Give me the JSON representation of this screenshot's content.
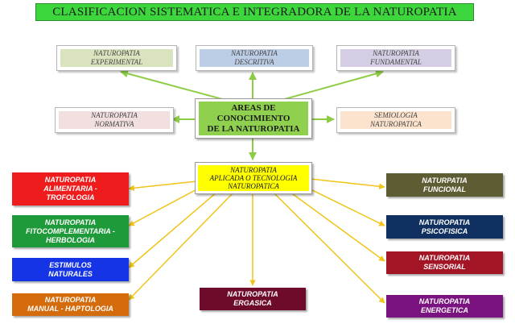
{
  "title": "CLASIFICACION SISTEMATICA E INTEGRADORA DE LA NATUROPATIA",
  "center": [
    "AREAS DE",
    "CONOCIMIENTO",
    "DE LA NATUROPATIA"
  ],
  "top_boxes": [
    {
      "lines": [
        "NATUROPATIA",
        "EXPERIMENTAL"
      ],
      "color": "#d9e4bf"
    },
    {
      "lines": [
        "NATUROPATIA",
        "DESCRITIVA"
      ],
      "color": "#bccde6"
    },
    {
      "lines": [
        "NATUROPATIA",
        "FUNDAMENTAL"
      ],
      "color": "#d5cde3"
    }
  ],
  "mid_boxes": [
    {
      "lines": [
        "NATUROPATIA",
        "NORMATIVA"
      ],
      "color": "#f2dfdf"
    },
    {
      "lines": [
        "SEMIOLOGIA",
        "NATUROPATICA"
      ],
      "color": "#fce3cd"
    }
  ],
  "applied": [
    "NATUROPATIA",
    "APLICADA O TECNOLOGIA",
    "NATUROPATICA"
  ],
  "left_boxes": [
    {
      "lines": [
        "NATUROPATIA",
        "ALIMENTARIA -",
        "TROFOLOGIA"
      ],
      "color": "#ee1c1c"
    },
    {
      "lines": [
        "NATUROPATIA",
        "FITOCOMPLEMENTARIA -",
        "HERBOLOGIA"
      ],
      "color": "#1f9a3a"
    },
    {
      "lines": [
        "ESTIMULOS",
        "NATURALES"
      ],
      "color": "#1534e6"
    },
    {
      "lines": [
        "NATUROPATIA",
        "MANUAL - HAPTOLOGIA"
      ],
      "color": "#d46b0c"
    }
  ],
  "bottom_box": {
    "lines": [
      "NATUROPATIA",
      "ERGASICA"
    ],
    "color": "#6e0a2a"
  },
  "right_boxes": [
    {
      "lines": [
        "NATURPATIA",
        "FUNCIONAL"
      ],
      "color": "#5e5c32"
    },
    {
      "lines": [
        "NATUROPATIA",
        "PSICOFISICA"
      ],
      "color": "#0f3060"
    },
    {
      "lines": [
        "NATUROPATIA",
        "SENSORIAL"
      ],
      "color": "#a31424"
    },
    {
      "lines": [
        "NATUROPATIA",
        "ENERGETICA"
      ],
      "color": "#7a1280"
    }
  ],
  "colors": {
    "title_bg": "#3dd63d",
    "center_bg": "#8fd14f",
    "applied_bg": "#ffff00",
    "green_arrow": "#8fcc46",
    "yellow_arrow": "#f0c419"
  }
}
